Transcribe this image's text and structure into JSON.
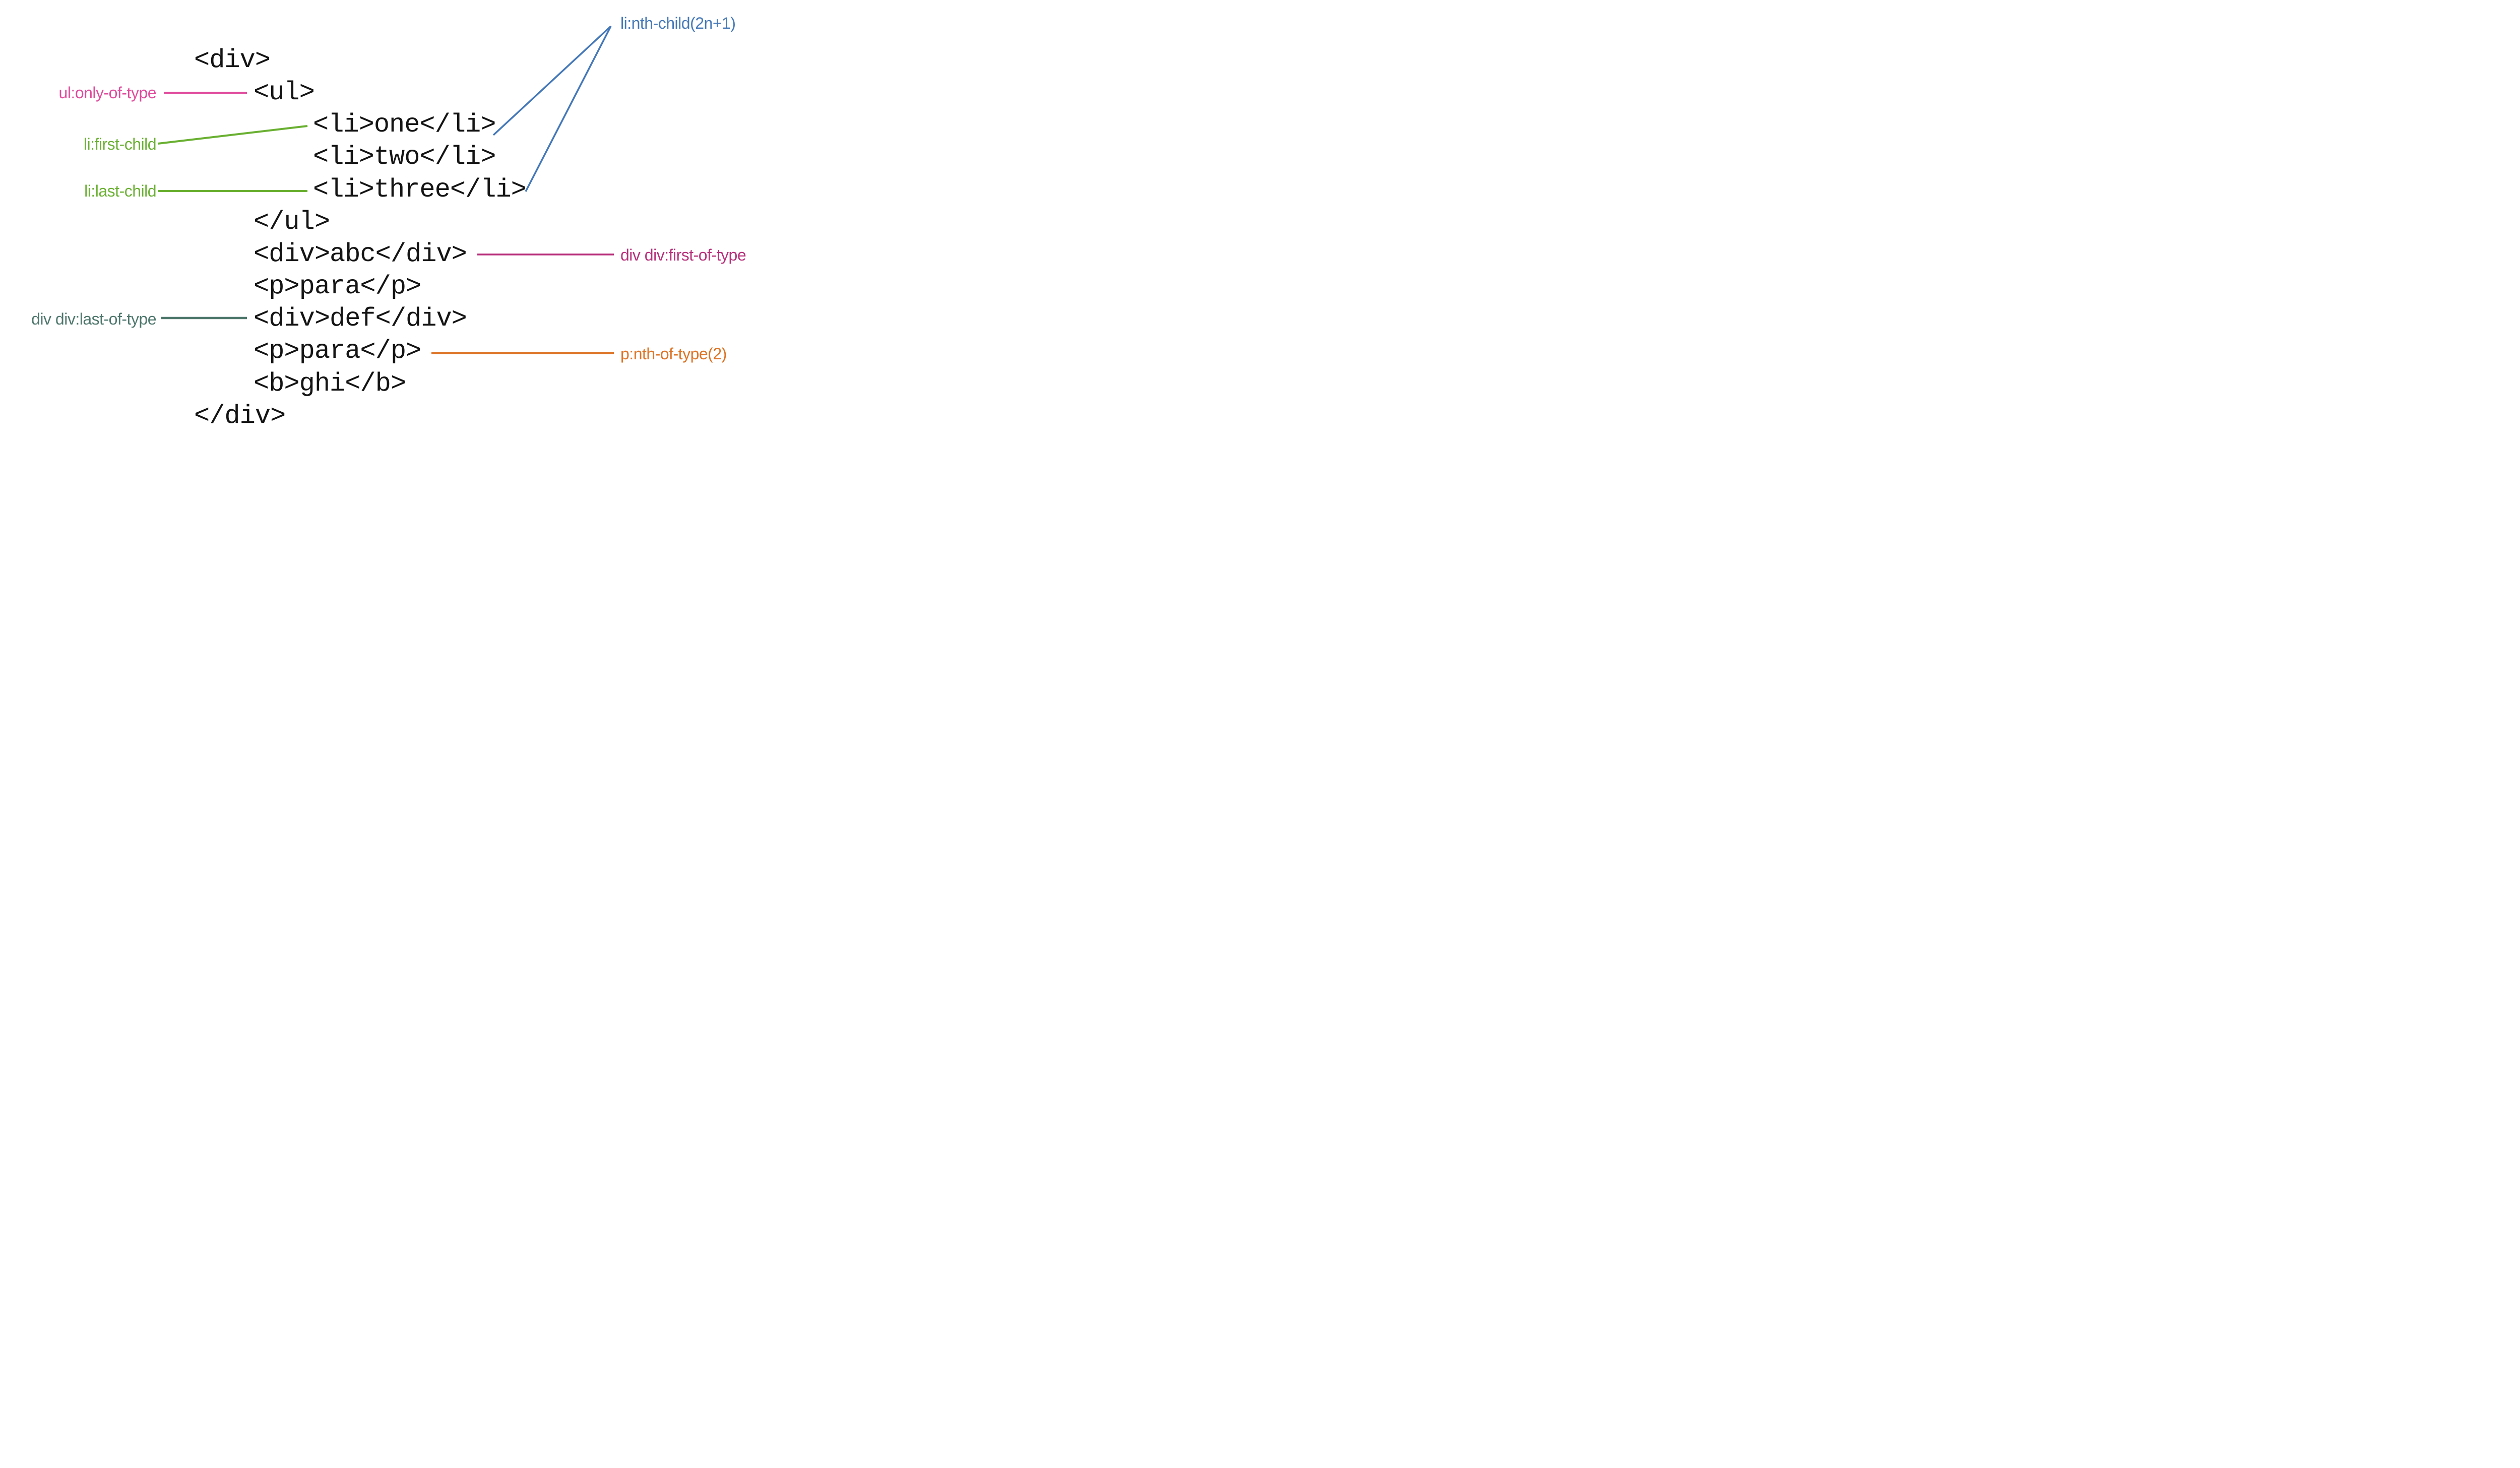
{
  "code": {
    "color": "#141414",
    "lines": [
      {
        "text": "<div>",
        "indent": 0
      },
      {
        "text": "<ul>",
        "indent": 1
      },
      {
        "text": "<li>one</li>",
        "indent": 2
      },
      {
        "text": "<li>two</li>",
        "indent": 2
      },
      {
        "text": "<li>three</li>",
        "indent": 2
      },
      {
        "text": "</ul>",
        "indent": 1
      },
      {
        "text": "<div>abc</div>",
        "indent": 1
      },
      {
        "text": "<p>para</p>",
        "indent": 1
      },
      {
        "text": "<div>def</div>",
        "indent": 1
      },
      {
        "text": "<p>para</p>",
        "indent": 1
      },
      {
        "text": "<b>ghi</b>",
        "indent": 1
      },
      {
        "text": "</div>",
        "indent": 0
      }
    ]
  },
  "labels": {
    "ul_only_of_type": {
      "text": "ul:only-of-type",
      "color": "#e04a9d"
    },
    "li_first_child": {
      "text": "li:first-child",
      "color": "#6ab032"
    },
    "li_last_child": {
      "text": "li:last-child",
      "color": "#6ab032"
    },
    "li_nth_child": {
      "text": "li:nth-child(2n+1)",
      "color": "#4478b8"
    },
    "div_first_of_type": {
      "text": "div div:first-of-type",
      "color": "#b72f7a"
    },
    "div_last_of_type": {
      "text": "div div:last-of-type",
      "color": "#4e776c"
    },
    "p_nth_of_type": {
      "text": "p:nth-of-type(2)",
      "color": "#dd7425"
    }
  }
}
